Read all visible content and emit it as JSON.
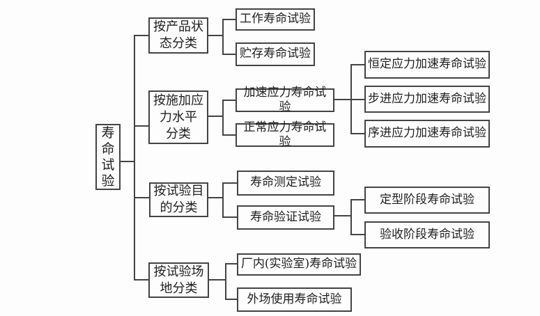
{
  "diagram": {
    "root": {
      "label": "寿\n命\n试\n验"
    }
  },
  "nodes": {
    "root": {
      "label": "寿\n命\n试\n验"
    },
    "cat_product": {
      "label": "按产品状\n态分类"
    },
    "work": {
      "label": "工作寿命试验"
    },
    "storage": {
      "label": "贮存寿命试验"
    },
    "cat_stress": {
      "label": "按施加应\n力水平\n分类"
    },
    "accel": {
      "label": "加速应力寿命试验"
    },
    "normal": {
      "label": "正常应力寿命试验"
    },
    "const_accel": {
      "label": "恒定应力加速寿命试验"
    },
    "step_accel": {
      "label": "步进应力加速寿命试验"
    },
    "prog_accel": {
      "label": "序进应力加速寿命试验"
    },
    "cat_purpose": {
      "label": "按试验目\n的分类"
    },
    "measure": {
      "label": "寿命测定试验"
    },
    "verify": {
      "label": "寿命验证试验"
    },
    "design_stage": {
      "label": "定型阶段寿命试验"
    },
    "accept_stage": {
      "label": "验收阶段寿命试验"
    },
    "cat_site": {
      "label": "按试验场\n地分类"
    },
    "factory": {
      "label": "厂内(实验室)寿命试验"
    },
    "field": {
      "label": "外场使用寿命试验"
    }
  },
  "colors": {
    "line": "#434343",
    "text": "#1e1e1e",
    "background": "#fdfdfd"
  }
}
